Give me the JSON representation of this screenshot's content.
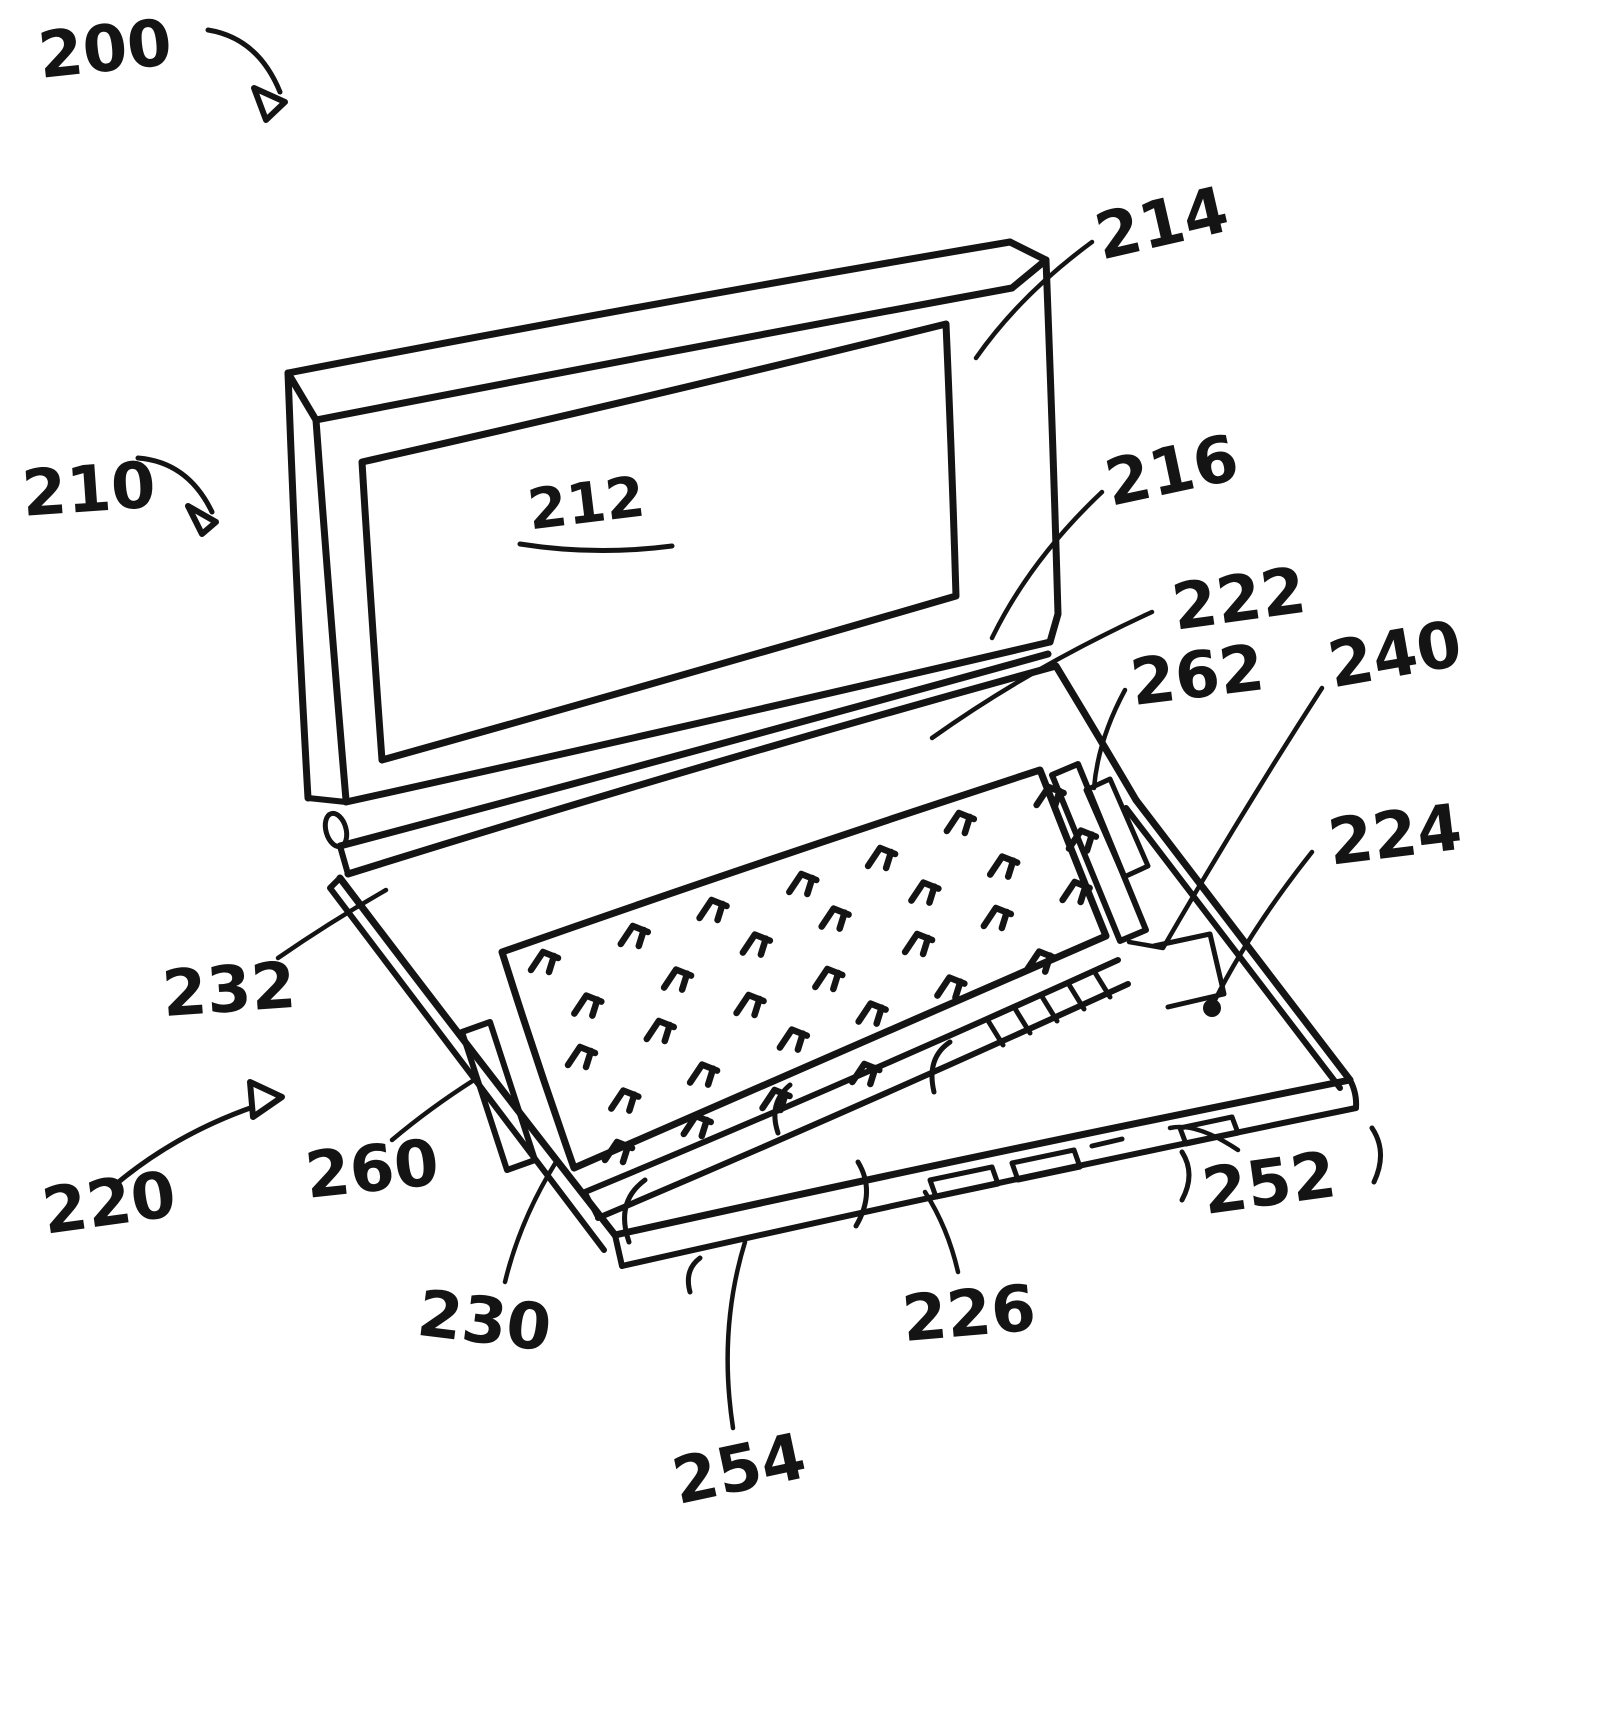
{
  "figure": {
    "kind": "hand-drawn patent perspective drawing",
    "subject": "clamshell laptop computer (open)",
    "background_color": "#ffffff",
    "ink_color": "#141414",
    "labels": {
      "200": {
        "text": "200",
        "target": "overall-device-assembly",
        "annotation": "curved-arrow"
      },
      "210": {
        "text": "210",
        "target": "display-housing",
        "annotation": "curved-arrow"
      },
      "212": {
        "text": "212",
        "target": "display-screen",
        "annotation": "underlined-on-part"
      },
      "214": {
        "text": "214",
        "target": "display-bezel-right",
        "annotation": "leader-line"
      },
      "216": {
        "text": "216",
        "target": "hinge-right-end",
        "annotation": "leader-line"
      },
      "220": {
        "text": "220",
        "target": "base-housing",
        "annotation": "curved-arrow"
      },
      "222": {
        "text": "222",
        "target": "keyboard",
        "annotation": "leader-line"
      },
      "224": {
        "text": "224",
        "target": "palm-rest-right",
        "annotation": "leader-line-with-dot"
      },
      "226": {
        "text": "226",
        "target": "front-edge-button",
        "annotation": "leader-line"
      },
      "230": {
        "text": "230",
        "target": "base-left-side-edge",
        "annotation": "leader-line"
      },
      "232": {
        "text": "232",
        "target": "hinge-left-end",
        "annotation": "leader-line"
      },
      "240": {
        "text": "240",
        "target": "deck-right-section",
        "annotation": "leader-line"
      },
      "252": {
        "text": "252",
        "target": "front-right-edge",
        "annotation": "leader-line"
      },
      "254": {
        "text": "254",
        "target": "front-bottom-edge",
        "annotation": "leader-line"
      },
      "260": {
        "text": "260",
        "target": "left-deck-slot",
        "annotation": "leader-line"
      },
      "262": {
        "text": "262",
        "target": "right-deck-slot",
        "annotation": "leader-line"
      }
    }
  }
}
